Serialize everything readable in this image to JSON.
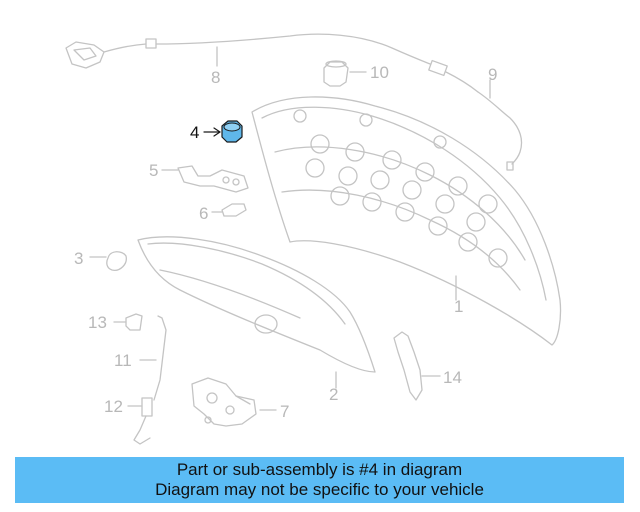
{
  "colors": {
    "line_art": "#c4c4c4",
    "highlight_part": "#5fb7ea",
    "banner_bg": "#5bbcf5",
    "callout_text": "#b8b8b8",
    "active_callout_text": "#111111"
  },
  "callouts": {
    "c1": "1",
    "c2": "2",
    "c3": "3",
    "c4": "4",
    "c5": "5",
    "c6": "6",
    "c7": "7",
    "c8": "8",
    "c9": "9",
    "c10": "10",
    "c11": "11",
    "c12": "12",
    "c13": "13",
    "c14": "14"
  },
  "highlighted_part": "4",
  "banner": {
    "line1": "Part or sub-assembly is #4 in diagram",
    "line2": "Diagram may not be specific to your vehicle"
  }
}
